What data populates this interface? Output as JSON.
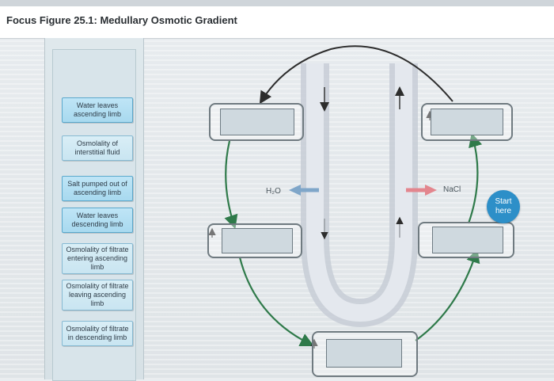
{
  "header": {
    "title": "Focus Figure 25.1: Medullary Osmotic Gradient"
  },
  "labels": [
    "Water leaves ascending limb",
    "Osmolality of interstitial fluid",
    "Salt pumped out of ascending limb",
    "Water leaves descending limb",
    "Osmolality of filtrate entering ascending limb",
    "Osmolality of filtrate leaving ascending limb",
    "Osmolality of filtrate in descending limb"
  ],
  "diagram": {
    "water_label": "H₂O",
    "salt_label": "NaCl",
    "start_badge": "Start here"
  },
  "colors": {
    "loop_arrow": "#2f7a4a",
    "top_arrow": "#2d2d2d",
    "nacl_arrow": "#e3868e",
    "h2o_arrow": "#7fa6c9",
    "start": "#2d8fc8"
  }
}
